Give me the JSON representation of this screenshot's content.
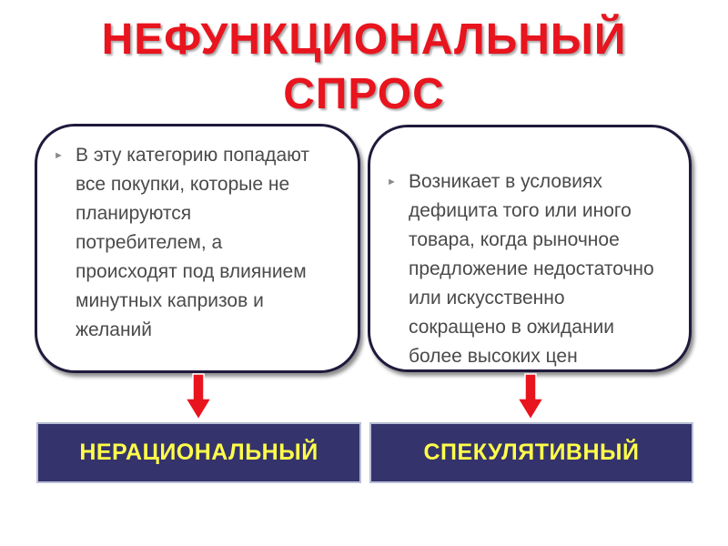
{
  "title": {
    "line1": "НЕФУНКЦИОНАЛЬНЫЙ",
    "line2": "СПРОС"
  },
  "left_card": {
    "bullet_icon": "triangle-bullet-icon",
    "text": "В эту категорию попадают\nвсе покупки, которые не\nпланируются\nпотребителем, а\nпроисходят под влиянием\nминутных капризов и\nжеланий"
  },
  "right_card": {
    "bullet_icon": "triangle-bullet-icon",
    "text": "Возникает в условиях\nдефицита того или иного\nтовара, когда рыночное\nпредложение недостаточно\nили искусственно\nсокращено в ожидании\nболее высоких цен"
  },
  "labels": {
    "left": "НЕРАЦИОНАЛЬНЫЙ",
    "right": "СПЕКУЛЯТИВНЫЙ"
  },
  "colors": {
    "title": "#e8141e",
    "arrow": "#e8141e",
    "label_bg": "#35336c",
    "label_text": "#ffff4a",
    "card_border": "#1e1a3c"
  }
}
